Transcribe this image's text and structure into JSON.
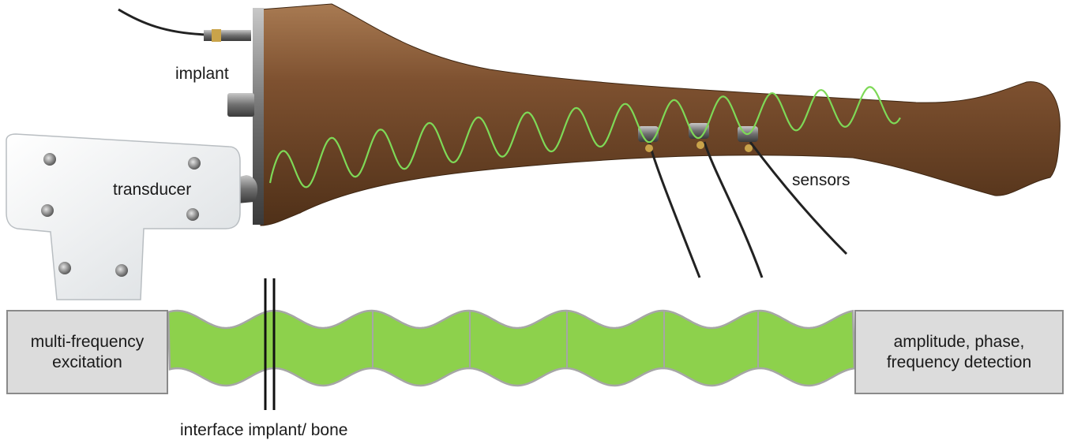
{
  "labels": {
    "implant": "implant",
    "transducer": "transducer",
    "sensors": "sensors",
    "interface": "interface implant/ bone"
  },
  "boxes": {
    "excitation": "multi-frequency\nexcitation",
    "detection": "amplitude, phase,\nfrequency detection"
  },
  "colors": {
    "wave_green": "#8dd14c",
    "wave_line": "#7ed957",
    "bone": "#7a4e2a",
    "box_fill": "#dcdcdc",
    "box_border": "#8a8a8a"
  }
}
